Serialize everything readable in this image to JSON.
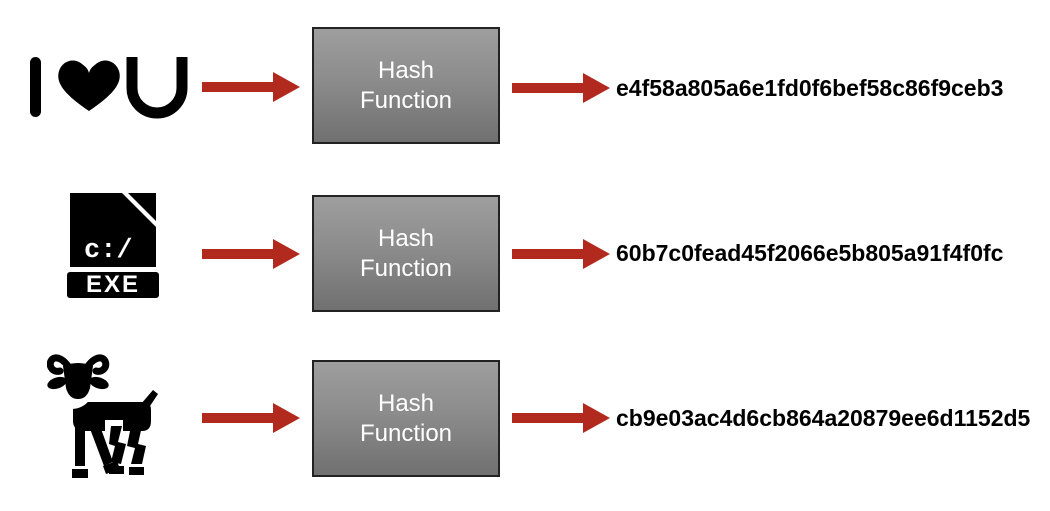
{
  "diagram": {
    "description": "Hash function diagram: three inputs mapped through identical Hash Function boxes to hex digests",
    "box_label": {
      "line1": "Hash",
      "line2": "Function"
    },
    "rows": [
      {
        "input_label": "I♥U",
        "hash": "e4f58a805a6e1fd0f6bef58c86f9ceb3"
      },
      {
        "exe_code": "c:/",
        "exe_label": "EXE",
        "hash": "60b7c0fead45f2066e5b805a91f4f0fc"
      },
      {
        "hash": "cb9e03ac4d6cb864a20879ee6d1152d5"
      }
    ],
    "colors": {
      "background": "#FFFFFF",
      "arrow_red": "#B2291E",
      "box_border": "#222222",
      "box_gradient_top": "#9E9E9E",
      "box_gradient_bottom": "#707070",
      "box_text": "#FFFFFF",
      "hash_text": "#000000",
      "icon_black": "#000000"
    }
  }
}
